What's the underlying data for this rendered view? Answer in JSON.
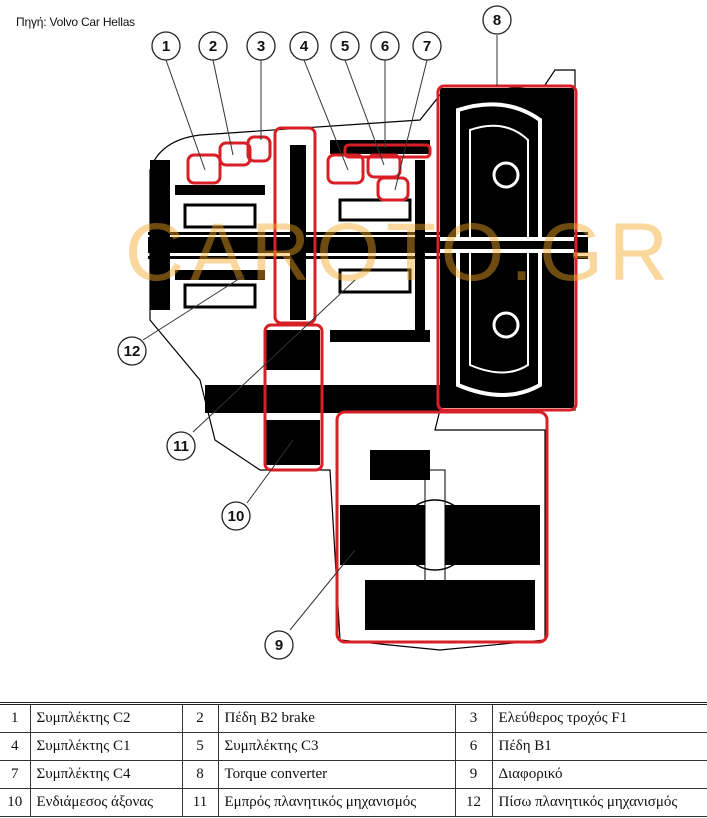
{
  "source_label": "Πηγή: Volvo Car Hellas",
  "watermark": "CAROTO.GR",
  "callouts": [
    "1",
    "2",
    "3",
    "4",
    "5",
    "6",
    "7",
    "8",
    "9",
    "10",
    "11",
    "12"
  ],
  "colors": {
    "highlight": "#d91f26",
    "ink": "#000000",
    "watermark": "#f5a623"
  },
  "legend": {
    "rows": [
      [
        {
          "num": "1",
          "label": "Συμπλέκτης C2"
        },
        {
          "num": "2",
          "label": "Πέδη B2 brake"
        },
        {
          "num": "3",
          "label": "Ελεύθερος τροχός F1"
        }
      ],
      [
        {
          "num": "4",
          "label": "Συμπλέκτης C1"
        },
        {
          "num": "5",
          "label": "Συμπλέκτης C3"
        },
        {
          "num": "6",
          "label": "Πέδη B1"
        }
      ],
      [
        {
          "num": "7",
          "label": "Συμπλέκτης C4"
        },
        {
          "num": "8",
          "label": "Torque converter"
        },
        {
          "num": "9",
          "label": "Διαφορικό"
        }
      ],
      [
        {
          "num": "10",
          "label": "Ενδιάμεσος άξονας"
        },
        {
          "num": "11",
          "label": "Εμπρός πλανητικός μηχανισμός"
        },
        {
          "num": "12",
          "label": "Πίσω πλανητικός μηχανισμός"
        }
      ]
    ]
  }
}
